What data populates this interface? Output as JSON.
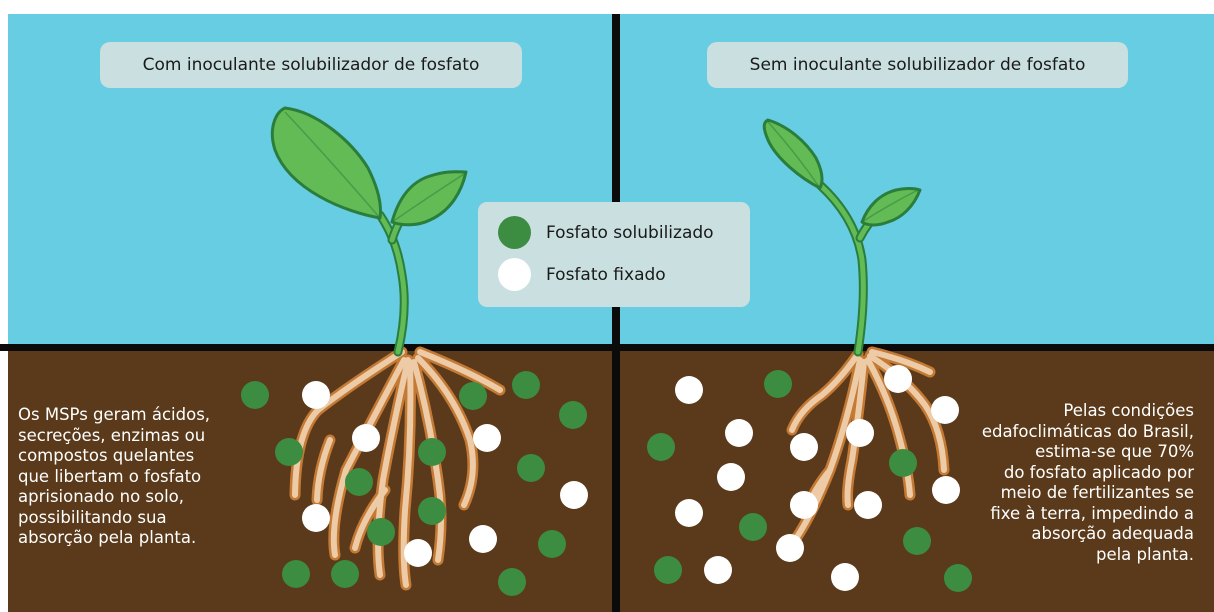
{
  "colors": {
    "sky": "#66cde3",
    "soil": "#5a3a1a",
    "divider": "#0b0b0b",
    "label_box": "#c9dfe0",
    "leaf_fill": "#62bb54",
    "leaf_stroke": "#2b7d3c",
    "root_fill": "#eccba6",
    "root_stroke": "#c47a35",
    "solubilized_dot": "#3c8c41",
    "fixed_dot": "#ffffff",
    "description_text": "#ffffff"
  },
  "panels": {
    "left": {
      "title": "Com inoculante solubilizador de fosfato"
    },
    "right": {
      "title": "Sem inoculante solubilizador de fosfato"
    }
  },
  "legend": {
    "items": [
      {
        "label": "Fosfato solubilizado",
        "marker": "green-circle"
      },
      {
        "label": "Fosfato fixado",
        "marker": "white-circle"
      }
    ]
  },
  "descriptions": {
    "left": "Os MSPs geram ácidos,\nsecreções, enzimas ou\ncompostos quelantes\nque libertam o fosfato\naprisionado no solo,\npossibilitando sua\nabsorção pela planta.",
    "right": "Pelas condições\nedafoclimáticas do Brasil,\nestima-se que 70%\ndo fosfato aplicado por\nmeio de fertilizantes se\nfixe à terra, impedindo a\nabsorção adequada\npela planta."
  }
}
